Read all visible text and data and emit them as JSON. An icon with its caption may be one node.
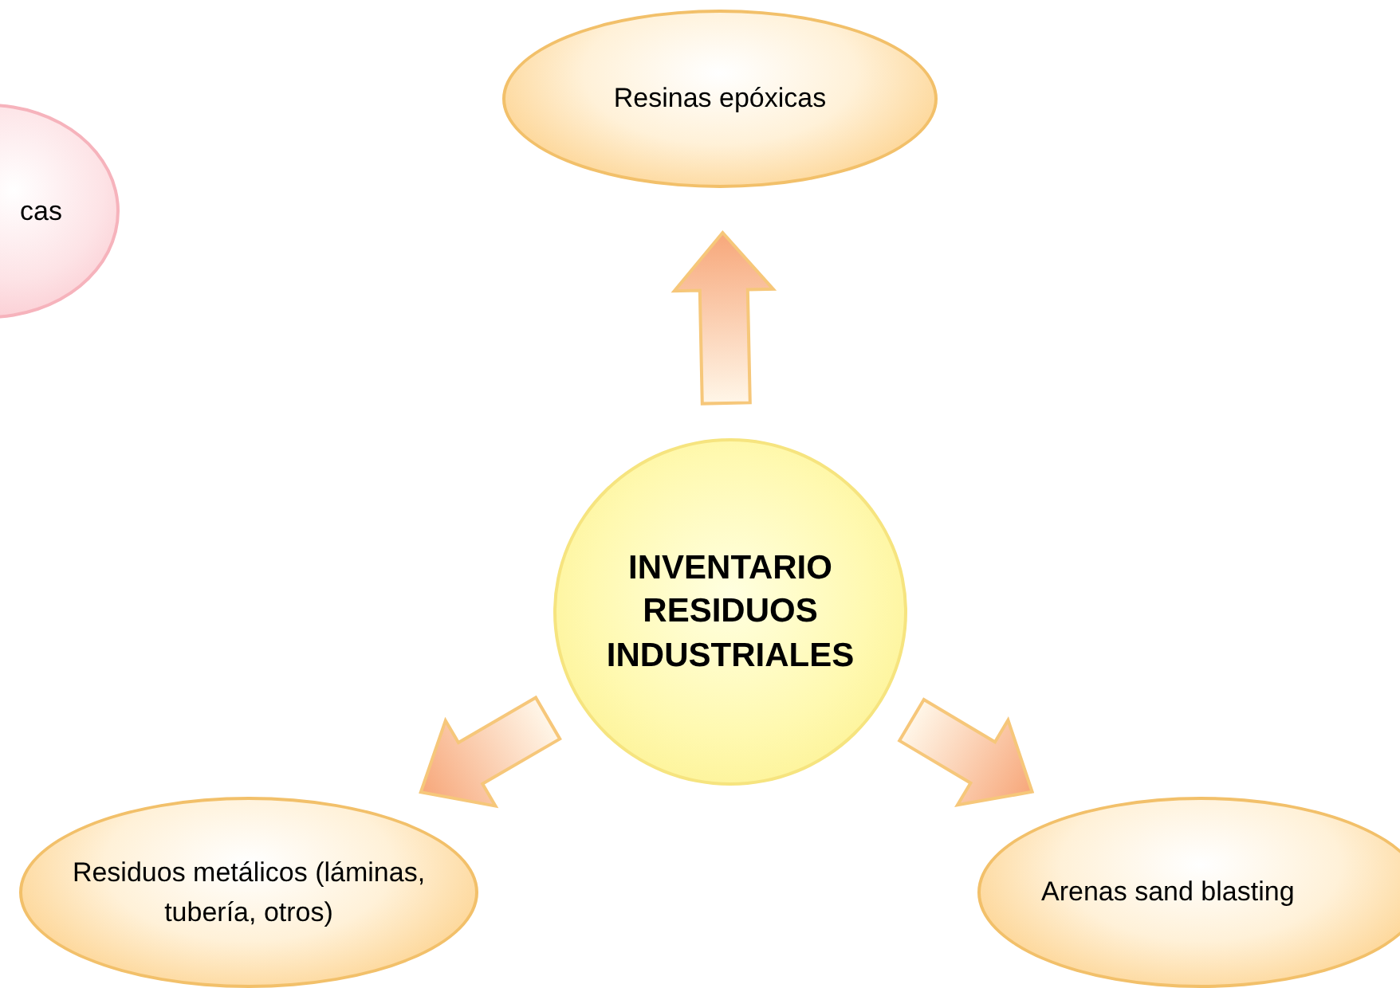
{
  "diagram": {
    "nodes": [
      {
        "text": [
          "cas"
        ]
      },
      {
        "text": [
          "Resinas epóxicas"
        ]
      },
      {
        "text": [
          "INVENTARIO RESIDUOS INDUSTRIALES"
        ]
      },
      {
        "text": [
          "Residuos metálicos (láminas, tubería, otros)"
        ]
      },
      {
        "text": [
          "Arenas sand blasting"
        ]
      }
    ],
    "edges": [
      {
        "from": 2,
        "to": 1,
        "arrow": "to"
      },
      {
        "from": 2,
        "to": 3,
        "arrow": "to"
      },
      {
        "from": 2,
        "to": 4,
        "arrow": "to"
      }
    ]
  }
}
